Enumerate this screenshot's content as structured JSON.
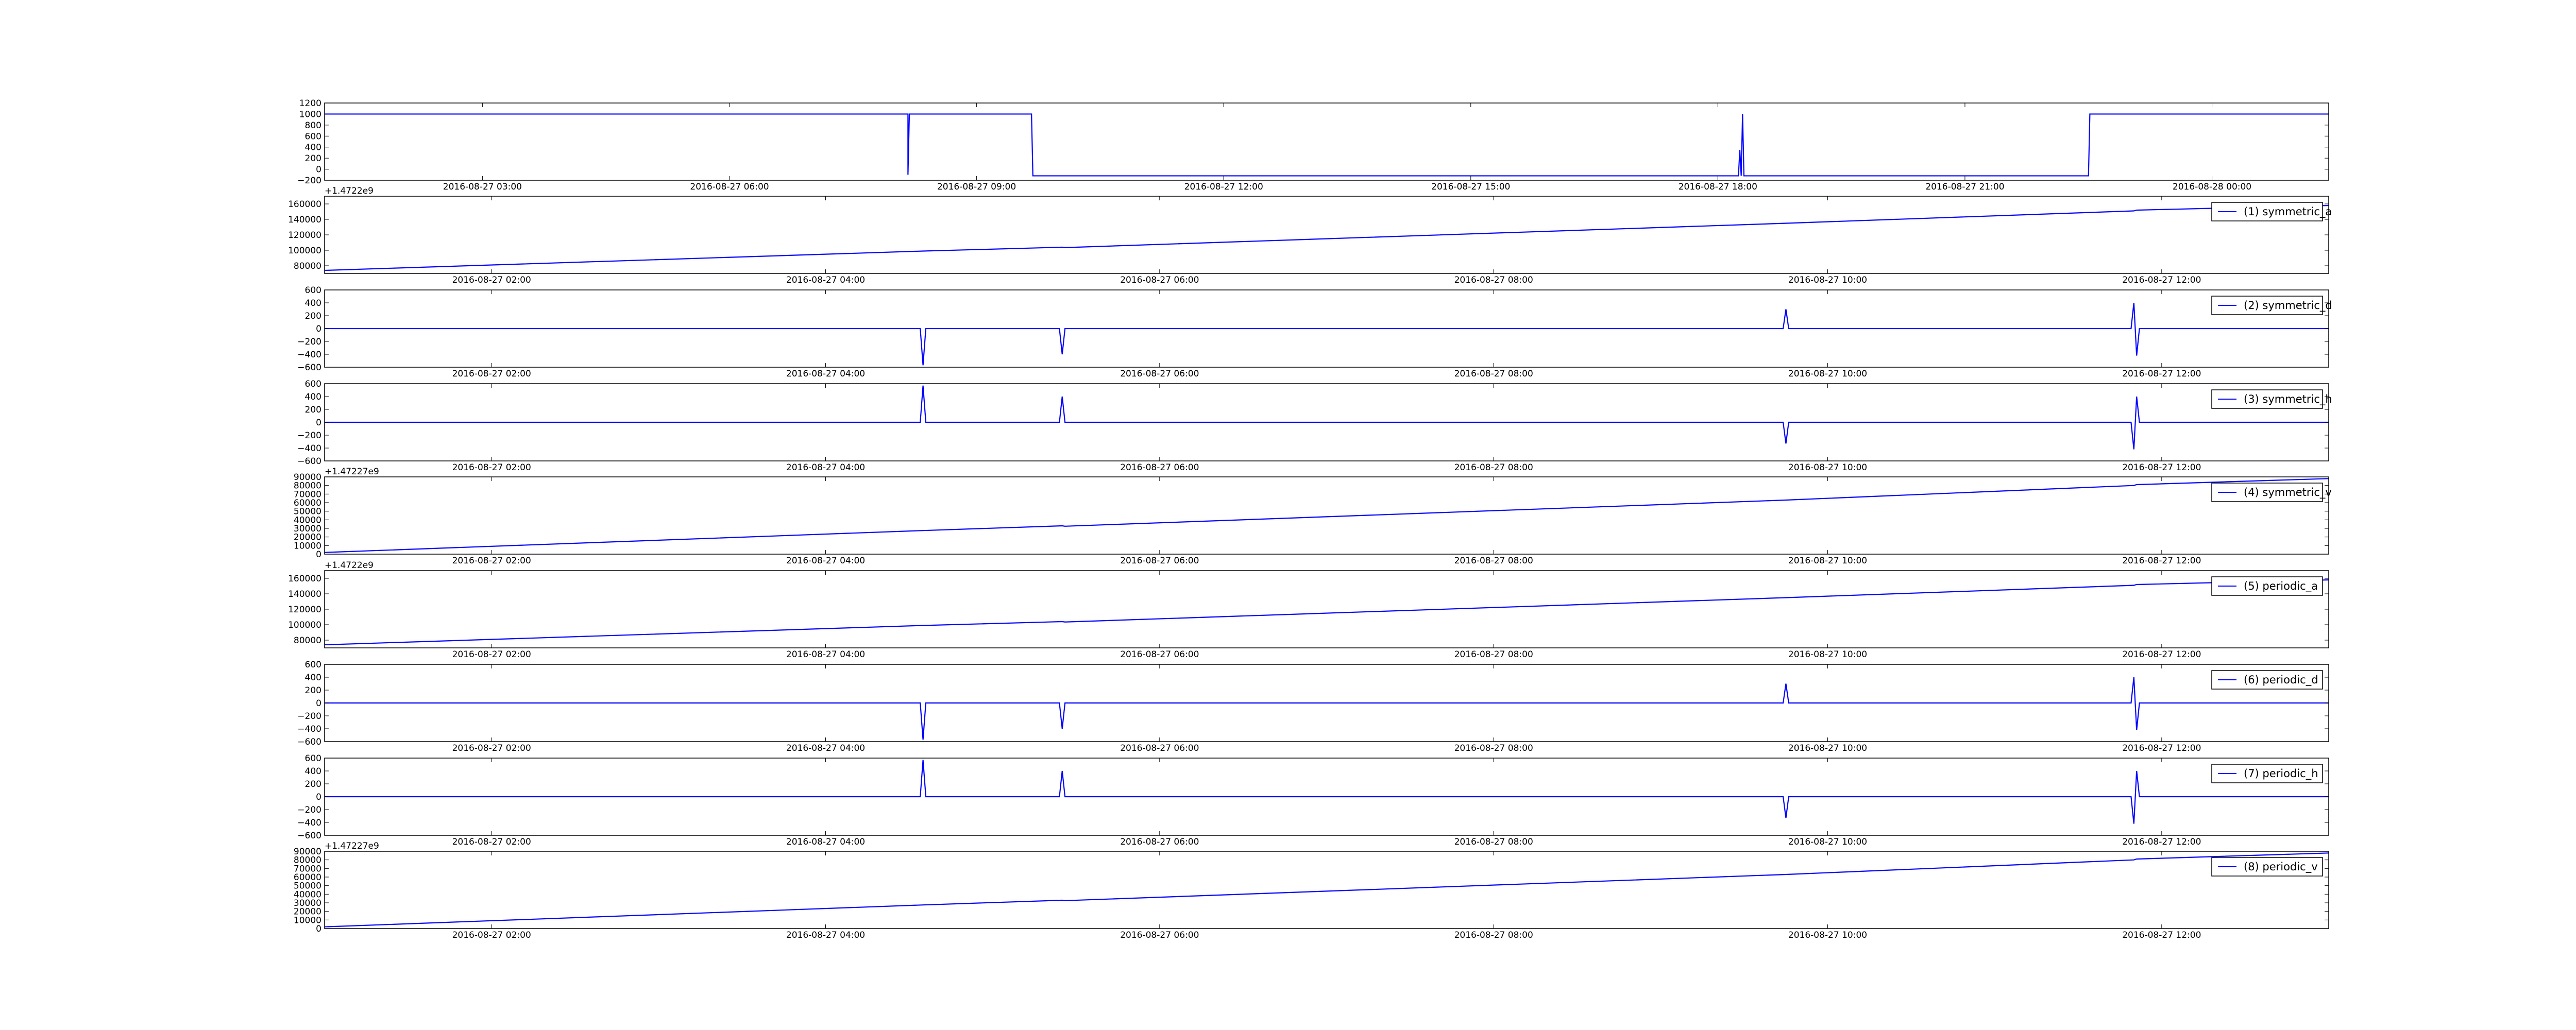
{
  "chart_data": [
    {
      "type": "line",
      "title": "",
      "xlabel": "",
      "ylabel": "",
      "y_offset_text": "",
      "legend": null,
      "grid": false,
      "color": "#0000ff",
      "ylim": [
        -200,
        1200
      ],
      "yticks": [
        1200,
        1000,
        800,
        600,
        400,
        200,
        0,
        -200
      ],
      "ytick_labels": [
        "1200",
        "1000",
        "800",
        "600",
        "400",
        "200",
        "0",
        "−200"
      ],
      "xlim": [
        "2016-08-27 01:05",
        "2016-08-28 01:25"
      ],
      "xticks": [
        "2016-08-27 03:00",
        "2016-08-27 06:00",
        "2016-08-27 09:00",
        "2016-08-27 12:00",
        "2016-08-27 15:00",
        "2016-08-27 18:00",
        "2016-08-27 21:00",
        "2016-08-28 00:00"
      ],
      "xtick_labels": [
        "2016-08-27 03:00",
        "2016-08-27 06:00",
        "2016-08-27 09:00",
        "2016-08-27 12:00",
        "2016-08-27 15:00",
        "2016-08-27 18:00",
        "2016-08-27 21:00",
        "2016-08-28 00:00"
      ],
      "points": [
        [
          "2016-08-27 01:05",
          1000
        ],
        [
          "2016-08-27 08:10",
          1000
        ],
        [
          "2016-08-27 08:10",
          -100
        ],
        [
          "2016-08-27 08:11",
          1000
        ],
        [
          "2016-08-27 09:40",
          1000
        ],
        [
          "2016-08-27 09:41",
          -120
        ],
        [
          "2016-08-27 18:15",
          -120
        ],
        [
          "2016-08-27 18:16",
          350
        ],
        [
          "2016-08-27 18:17",
          -120
        ],
        [
          "2016-08-27 18:18",
          1000
        ],
        [
          "2016-08-27 18:19",
          -120
        ],
        [
          "2016-08-27 22:30",
          -120
        ],
        [
          "2016-08-27 22:31",
          1000
        ],
        [
          "2016-08-28 01:25",
          1000
        ]
      ]
    },
    {
      "type": "line",
      "title": "",
      "xlabel": "",
      "ylabel": "",
      "y_offset_text": "+1.4722e9",
      "legend": "(1) symmetric_a",
      "grid": false,
      "color": "#0000ff",
      "ylim": [
        70000,
        170000
      ],
      "yticks": [
        160000,
        140000,
        120000,
        100000,
        80000
      ],
      "ytick_labels": [
        "160000",
        "140000",
        "120000",
        "100000",
        "80000"
      ],
      "xlim": [
        "2016-08-27 01:00",
        "2016-08-27 13:00"
      ],
      "xticks": [
        "2016-08-27 02:00",
        "2016-08-27 04:00",
        "2016-08-27 06:00",
        "2016-08-27 08:00",
        "2016-08-27 10:00",
        "2016-08-27 12:00"
      ],
      "xtick_labels": [
        "2016-08-27 02:00",
        "2016-08-27 04:00",
        "2016-08-27 06:00",
        "2016-08-27 08:00",
        "2016-08-27 10:00",
        "2016-08-27 12:00"
      ],
      "points": [
        [
          "2016-08-27 01:00",
          74000
        ],
        [
          "2016-08-27 04:35",
          99000
        ],
        [
          "2016-08-27 05:25",
          104000
        ],
        [
          "2016-08-27 05:26",
          103500
        ],
        [
          "2016-08-27 09:45",
          135000
        ],
        [
          "2016-08-27 11:50",
          151000
        ],
        [
          "2016-08-27 11:51",
          152000
        ],
        [
          "2016-08-27 13:00",
          158000
        ]
      ]
    },
    {
      "type": "line",
      "title": "",
      "xlabel": "",
      "ylabel": "",
      "y_offset_text": "",
      "legend": "(2) symmetric_d",
      "grid": false,
      "color": "#0000ff",
      "ylim": [
        -600,
        600
      ],
      "yticks": [
        600,
        400,
        200,
        0,
        -200,
        -400,
        -600
      ],
      "ytick_labels": [
        "600",
        "400",
        "200",
        "0",
        "−200",
        "−400",
        "−600"
      ],
      "xlim": [
        "2016-08-27 01:00",
        "2016-08-27 13:00"
      ],
      "xticks": [
        "2016-08-27 02:00",
        "2016-08-27 04:00",
        "2016-08-27 06:00",
        "2016-08-27 08:00",
        "2016-08-27 10:00",
        "2016-08-27 12:00"
      ],
      "xtick_labels": [
        "2016-08-27 02:00",
        "2016-08-27 04:00",
        "2016-08-27 06:00",
        "2016-08-27 08:00",
        "2016-08-27 10:00",
        "2016-08-27 12:00"
      ],
      "points": [
        [
          "2016-08-27 01:00",
          0
        ],
        [
          "2016-08-27 04:34",
          0
        ],
        [
          "2016-08-27 04:35",
          -570
        ],
        [
          "2016-08-27 04:36",
          0
        ],
        [
          "2016-08-27 05:24",
          0
        ],
        [
          "2016-08-27 05:25",
          -400
        ],
        [
          "2016-08-27 05:26",
          0
        ],
        [
          "2016-08-27 09:44",
          0
        ],
        [
          "2016-08-27 09:45",
          300
        ],
        [
          "2016-08-27 09:46",
          0
        ],
        [
          "2016-08-27 11:49",
          0
        ],
        [
          "2016-08-27 11:50",
          400
        ],
        [
          "2016-08-27 11:51",
          -420
        ],
        [
          "2016-08-27 11:52",
          0
        ],
        [
          "2016-08-27 13:00",
          0
        ]
      ]
    },
    {
      "type": "line",
      "title": "",
      "xlabel": "",
      "ylabel": "",
      "y_offset_text": "",
      "legend": "(3) symmetric_h",
      "grid": false,
      "color": "#0000ff",
      "ylim": [
        -600,
        600
      ],
      "yticks": [
        600,
        400,
        200,
        0,
        -200,
        -400,
        -600
      ],
      "ytick_labels": [
        "600",
        "400",
        "200",
        "0",
        "−200",
        "−400",
        "−600"
      ],
      "xlim": [
        "2016-08-27 01:00",
        "2016-08-27 13:00"
      ],
      "xticks": [
        "2016-08-27 02:00",
        "2016-08-27 04:00",
        "2016-08-27 06:00",
        "2016-08-27 08:00",
        "2016-08-27 10:00",
        "2016-08-27 12:00"
      ],
      "xtick_labels": [
        "2016-08-27 02:00",
        "2016-08-27 04:00",
        "2016-08-27 06:00",
        "2016-08-27 08:00",
        "2016-08-27 10:00",
        "2016-08-27 12:00"
      ],
      "points": [
        [
          "2016-08-27 01:00",
          0
        ],
        [
          "2016-08-27 04:34",
          0
        ],
        [
          "2016-08-27 04:35",
          570
        ],
        [
          "2016-08-27 04:36",
          0
        ],
        [
          "2016-08-27 05:24",
          0
        ],
        [
          "2016-08-27 05:25",
          400
        ],
        [
          "2016-08-27 05:26",
          0
        ],
        [
          "2016-08-27 09:44",
          0
        ],
        [
          "2016-08-27 09:45",
          -330
        ],
        [
          "2016-08-27 09:46",
          0
        ],
        [
          "2016-08-27 11:49",
          0
        ],
        [
          "2016-08-27 11:50",
          -420
        ],
        [
          "2016-08-27 11:51",
          400
        ],
        [
          "2016-08-27 11:52",
          0
        ],
        [
          "2016-08-27 13:00",
          0
        ]
      ]
    },
    {
      "type": "line",
      "title": "",
      "xlabel": "",
      "ylabel": "",
      "y_offset_text": "+1.47227e9",
      "legend": "(4) symmetric_v",
      "grid": false,
      "color": "#0000ff",
      "ylim": [
        0,
        90000
      ],
      "yticks": [
        90000,
        80000,
        70000,
        60000,
        50000,
        40000,
        30000,
        20000,
        10000,
        0
      ],
      "ytick_labels": [
        "90000",
        "80000",
        "70000",
        "60000",
        "50000",
        "40000",
        "30000",
        "20000",
        "10000",
        "0"
      ],
      "xlim": [
        "2016-08-27 01:00",
        "2016-08-27 13:00"
      ],
      "xticks": [
        "2016-08-27 02:00",
        "2016-08-27 04:00",
        "2016-08-27 06:00",
        "2016-08-27 08:00",
        "2016-08-27 10:00",
        "2016-08-27 12:00"
      ],
      "xtick_labels": [
        "2016-08-27 02:00",
        "2016-08-27 04:00",
        "2016-08-27 06:00",
        "2016-08-27 08:00",
        "2016-08-27 10:00",
        "2016-08-27 12:00"
      ],
      "points": [
        [
          "2016-08-27 01:00",
          2000
        ],
        [
          "2016-08-27 04:35",
          27500
        ],
        [
          "2016-08-27 05:25",
          33000
        ],
        [
          "2016-08-27 05:26",
          32500
        ],
        [
          "2016-08-27 09:45",
          63000
        ],
        [
          "2016-08-27 11:50",
          80000
        ],
        [
          "2016-08-27 11:51",
          81000
        ],
        [
          "2016-08-27 13:00",
          88000
        ]
      ]
    },
    {
      "type": "line",
      "title": "",
      "xlabel": "",
      "ylabel": "",
      "y_offset_text": "+1.4722e9",
      "legend": "(5) periodic_a",
      "grid": false,
      "color": "#0000ff",
      "ylim": [
        70000,
        170000
      ],
      "yticks": [
        160000,
        140000,
        120000,
        100000,
        80000
      ],
      "ytick_labels": [
        "160000",
        "140000",
        "120000",
        "100000",
        "80000"
      ],
      "xlim": [
        "2016-08-27 01:00",
        "2016-08-27 13:00"
      ],
      "xticks": [
        "2016-08-27 02:00",
        "2016-08-27 04:00",
        "2016-08-27 06:00",
        "2016-08-27 08:00",
        "2016-08-27 10:00",
        "2016-08-27 12:00"
      ],
      "xtick_labels": [
        "2016-08-27 02:00",
        "2016-08-27 04:00",
        "2016-08-27 06:00",
        "2016-08-27 08:00",
        "2016-08-27 10:00",
        "2016-08-27 12:00"
      ],
      "points": [
        [
          "2016-08-27 01:00",
          74000
        ],
        [
          "2016-08-27 04:35",
          99000
        ],
        [
          "2016-08-27 05:25",
          104000
        ],
        [
          "2016-08-27 05:26",
          103500
        ],
        [
          "2016-08-27 09:45",
          135000
        ],
        [
          "2016-08-27 11:50",
          151000
        ],
        [
          "2016-08-27 11:51",
          152000
        ],
        [
          "2016-08-27 13:00",
          158000
        ]
      ]
    },
    {
      "type": "line",
      "title": "",
      "xlabel": "",
      "ylabel": "",
      "y_offset_text": "",
      "legend": "(6) periodic_d",
      "grid": false,
      "color": "#0000ff",
      "ylim": [
        -600,
        600
      ],
      "yticks": [
        600,
        400,
        200,
        0,
        -200,
        -400,
        -600
      ],
      "ytick_labels": [
        "600",
        "400",
        "200",
        "0",
        "−200",
        "−400",
        "−600"
      ],
      "xlim": [
        "2016-08-27 01:00",
        "2016-08-27 13:00"
      ],
      "xticks": [
        "2016-08-27 02:00",
        "2016-08-27 04:00",
        "2016-08-27 06:00",
        "2016-08-27 08:00",
        "2016-08-27 10:00",
        "2016-08-27 12:00"
      ],
      "xtick_labels": [
        "2016-08-27 02:00",
        "2016-08-27 04:00",
        "2016-08-27 06:00",
        "2016-08-27 08:00",
        "2016-08-27 10:00",
        "2016-08-27 12:00"
      ],
      "points": [
        [
          "2016-08-27 01:00",
          0
        ],
        [
          "2016-08-27 04:34",
          0
        ],
        [
          "2016-08-27 04:35",
          -570
        ],
        [
          "2016-08-27 04:36",
          0
        ],
        [
          "2016-08-27 05:24",
          0
        ],
        [
          "2016-08-27 05:25",
          -400
        ],
        [
          "2016-08-27 05:26",
          0
        ],
        [
          "2016-08-27 09:44",
          0
        ],
        [
          "2016-08-27 09:45",
          300
        ],
        [
          "2016-08-27 09:46",
          0
        ],
        [
          "2016-08-27 11:49",
          0
        ],
        [
          "2016-08-27 11:50",
          400
        ],
        [
          "2016-08-27 11:51",
          -420
        ],
        [
          "2016-08-27 11:52",
          0
        ],
        [
          "2016-08-27 13:00",
          0
        ]
      ]
    },
    {
      "type": "line",
      "title": "",
      "xlabel": "",
      "ylabel": "",
      "y_offset_text": "",
      "legend": "(7) periodic_h",
      "grid": false,
      "color": "#0000ff",
      "ylim": [
        -600,
        600
      ],
      "yticks": [
        600,
        400,
        200,
        0,
        -200,
        -400,
        -600
      ],
      "ytick_labels": [
        "600",
        "400",
        "200",
        "0",
        "−200",
        "−400",
        "−600"
      ],
      "xlim": [
        "2016-08-27 01:00",
        "2016-08-27 13:00"
      ],
      "xticks": [
        "2016-08-27 02:00",
        "2016-08-27 04:00",
        "2016-08-27 06:00",
        "2016-08-27 08:00",
        "2016-08-27 10:00",
        "2016-08-27 12:00"
      ],
      "xtick_labels": [
        "2016-08-27 02:00",
        "2016-08-27 04:00",
        "2016-08-27 06:00",
        "2016-08-27 08:00",
        "2016-08-27 10:00",
        "2016-08-27 12:00"
      ],
      "points": [
        [
          "2016-08-27 01:00",
          0
        ],
        [
          "2016-08-27 04:34",
          0
        ],
        [
          "2016-08-27 04:35",
          570
        ],
        [
          "2016-08-27 04:36",
          0
        ],
        [
          "2016-08-27 05:24",
          0
        ],
        [
          "2016-08-27 05:25",
          400
        ],
        [
          "2016-08-27 05:26",
          0
        ],
        [
          "2016-08-27 09:44",
          0
        ],
        [
          "2016-08-27 09:45",
          -330
        ],
        [
          "2016-08-27 09:46",
          0
        ],
        [
          "2016-08-27 11:49",
          0
        ],
        [
          "2016-08-27 11:50",
          -420
        ],
        [
          "2016-08-27 11:51",
          400
        ],
        [
          "2016-08-27 11:52",
          0
        ],
        [
          "2016-08-27 13:00",
          0
        ]
      ]
    },
    {
      "type": "line",
      "title": "",
      "xlabel": "",
      "ylabel": "",
      "y_offset_text": "+1.47227e9",
      "legend": "(8) periodic_v",
      "grid": false,
      "color": "#0000ff",
      "ylim": [
        0,
        90000
      ],
      "yticks": [
        90000,
        80000,
        70000,
        60000,
        50000,
        40000,
        30000,
        20000,
        10000,
        0
      ],
      "ytick_labels": [
        "90000",
        "80000",
        "70000",
        "60000",
        "50000",
        "40000",
        "30000",
        "20000",
        "10000",
        "0"
      ],
      "xlim": [
        "2016-08-27 01:00",
        "2016-08-27 13:00"
      ],
      "xticks": [
        "2016-08-27 02:00",
        "2016-08-27 04:00",
        "2016-08-27 06:00",
        "2016-08-27 08:00",
        "2016-08-27 10:00",
        "2016-08-27 12:00"
      ],
      "xtick_labels": [
        "2016-08-27 02:00",
        "2016-08-27 04:00",
        "2016-08-27 06:00",
        "2016-08-27 08:00",
        "2016-08-27 10:00",
        "2016-08-27 12:00"
      ],
      "points": [
        [
          "2016-08-27 01:00",
          2000
        ],
        [
          "2016-08-27 04:35",
          27500
        ],
        [
          "2016-08-27 05:25",
          33000
        ],
        [
          "2016-08-27 05:26",
          32500
        ],
        [
          "2016-08-27 09:45",
          63000
        ],
        [
          "2016-08-27 11:50",
          80000
        ],
        [
          "2016-08-27 11:51",
          81000
        ],
        [
          "2016-08-27 13:00",
          88000
        ]
      ]
    }
  ]
}
